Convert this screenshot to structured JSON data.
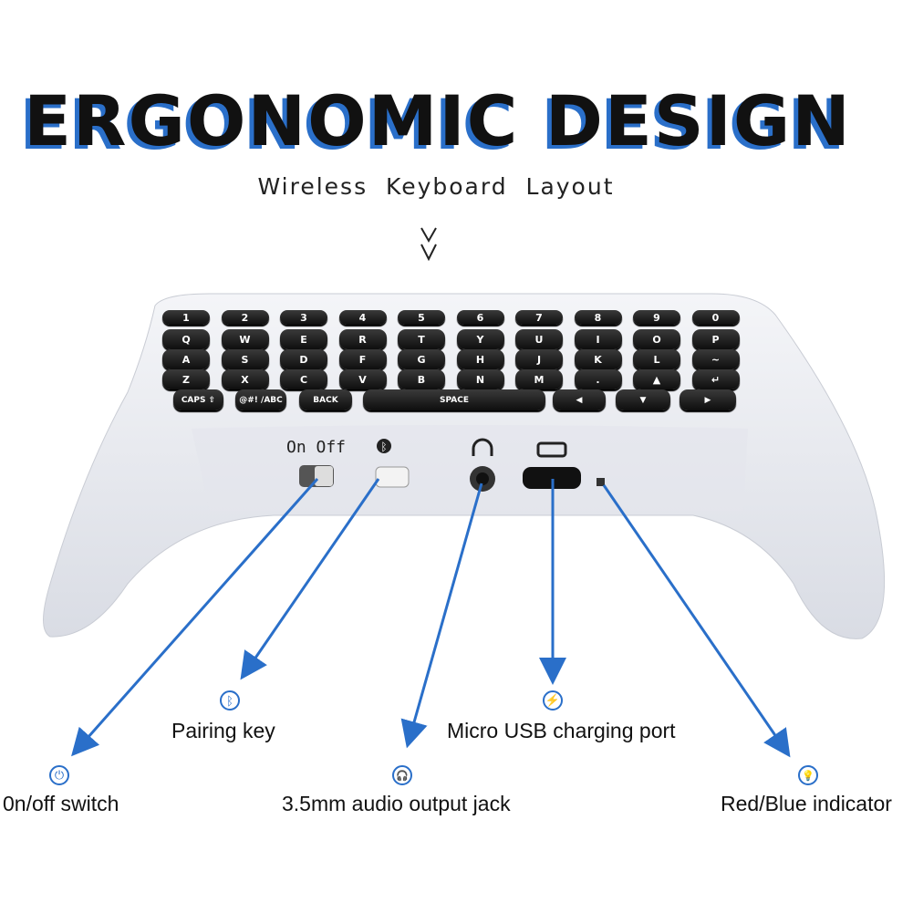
{
  "header": {
    "title": "ERGONOMIC DESIGN",
    "subtitle": "Wireless Keyboard Layout"
  },
  "keyboard": {
    "rows": [
      [
        "1",
        "2",
        "3",
        "4",
        "5",
        "6",
        "7",
        "8",
        "9",
        "0"
      ],
      [
        "Q",
        "W",
        "E",
        "R",
        "T",
        "Y",
        "U",
        "I",
        "O",
        "P"
      ],
      [
        "A",
        "S",
        "D",
        "F",
        "G",
        "H",
        "J",
        "K",
        "L",
        "~"
      ],
      [
        "Z",
        "X",
        "C",
        "V",
        "B",
        "N",
        "M",
        ".",
        "▲",
        "↵"
      ]
    ],
    "bottom_row": [
      "CAPS ⇧",
      "@#! /ABC",
      "BACK",
      "SPACE",
      "◀",
      "▼",
      "▶"
    ]
  },
  "controls": {
    "power_label": "On Off"
  },
  "callouts": [
    {
      "id": "pairing",
      "label": "Pairing key",
      "icon": "bluetooth-icon",
      "glyph": "ᛒ"
    },
    {
      "id": "power",
      "label": "0n/off switch",
      "icon": "power-icon",
      "glyph": "⏻"
    },
    {
      "id": "audio",
      "label": "3.5mm audio output jack",
      "icon": "headphones-icon",
      "glyph": "🎧"
    },
    {
      "id": "usb",
      "label": "Micro USB charging port",
      "icon": "lightning-icon",
      "glyph": "⚡"
    },
    {
      "id": "indicator",
      "label": "Red/Blue indicator",
      "icon": "lightbulb-icon",
      "glyph": "💡"
    }
  ],
  "colors": {
    "accent": "#2a6fc9",
    "key": "#111111",
    "body": "#eef0f4"
  }
}
